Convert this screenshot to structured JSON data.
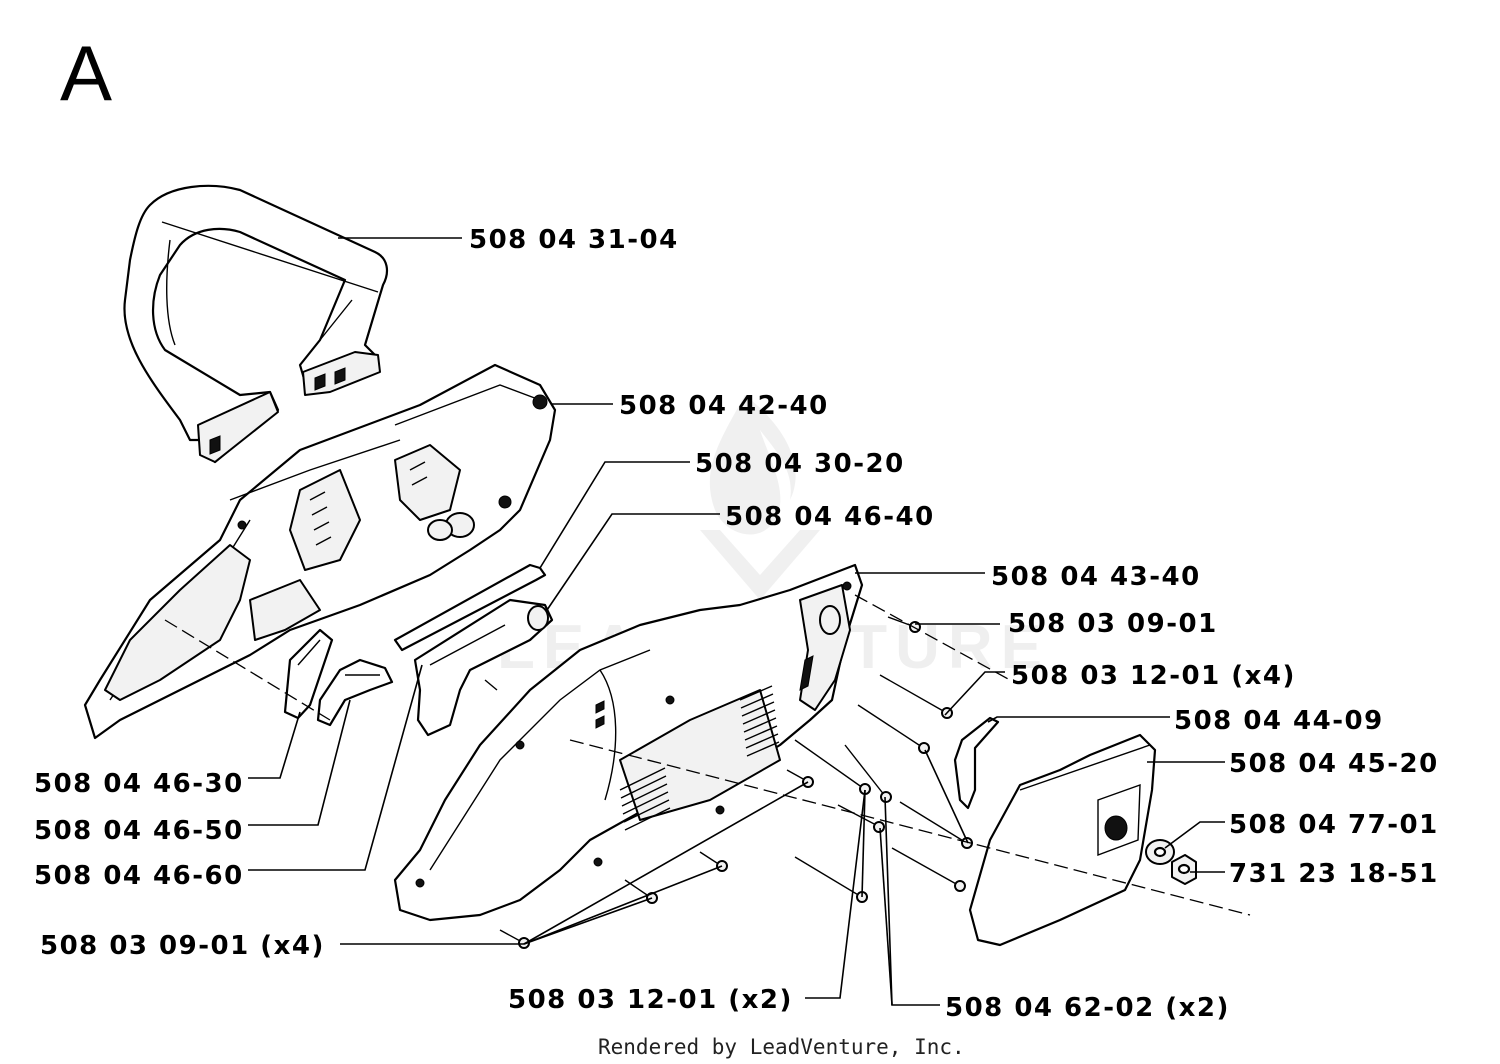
{
  "section_letter": "A",
  "credit": "Rendered by LeadVenture, Inc.",
  "watermark": "LEADVENTURE",
  "part_labels": [
    "508  04  31-04",
    "508  04  42-40",
    "508  04  30-20",
    "508  04  46-40",
    "508  04  43-40",
    "508  03  09-01",
    "508  03  12-01  (x4)",
    "508  04  44-09",
    "508  04  45-20",
    "508  04  77-01",
    "731  23  18-51",
    "508  04  46-30",
    "508  04  46-50",
    "508  04  46-60",
    "508  03  09-01  (x4)",
    "508  03  12-01  (x2)",
    "508  04  62-02  (x2)"
  ]
}
